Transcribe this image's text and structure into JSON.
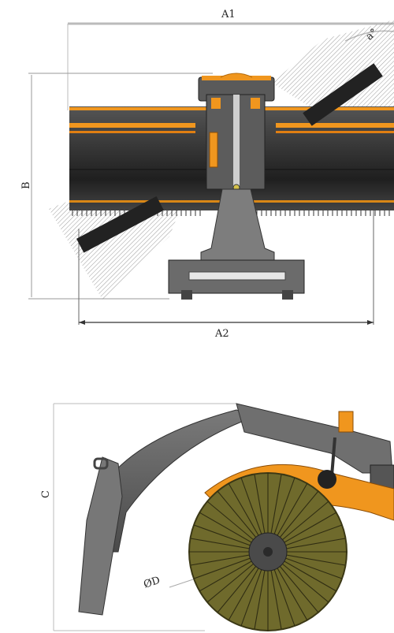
{
  "labels": {
    "a1": "A1",
    "a2": "A2",
    "b": "B",
    "c": "C",
    "angle": "a°",
    "diameter": "ØD"
  },
  "colors": {
    "orange": "#f0961e",
    "body_dark": "#2a2a2a",
    "body_mid": "#4a4a4a",
    "frame_grey": "#6e6e6e",
    "brush_olive": "#6f6a2c",
    "dim_line": "#9a9a9a",
    "hatch": "#8a8a8a"
  }
}
